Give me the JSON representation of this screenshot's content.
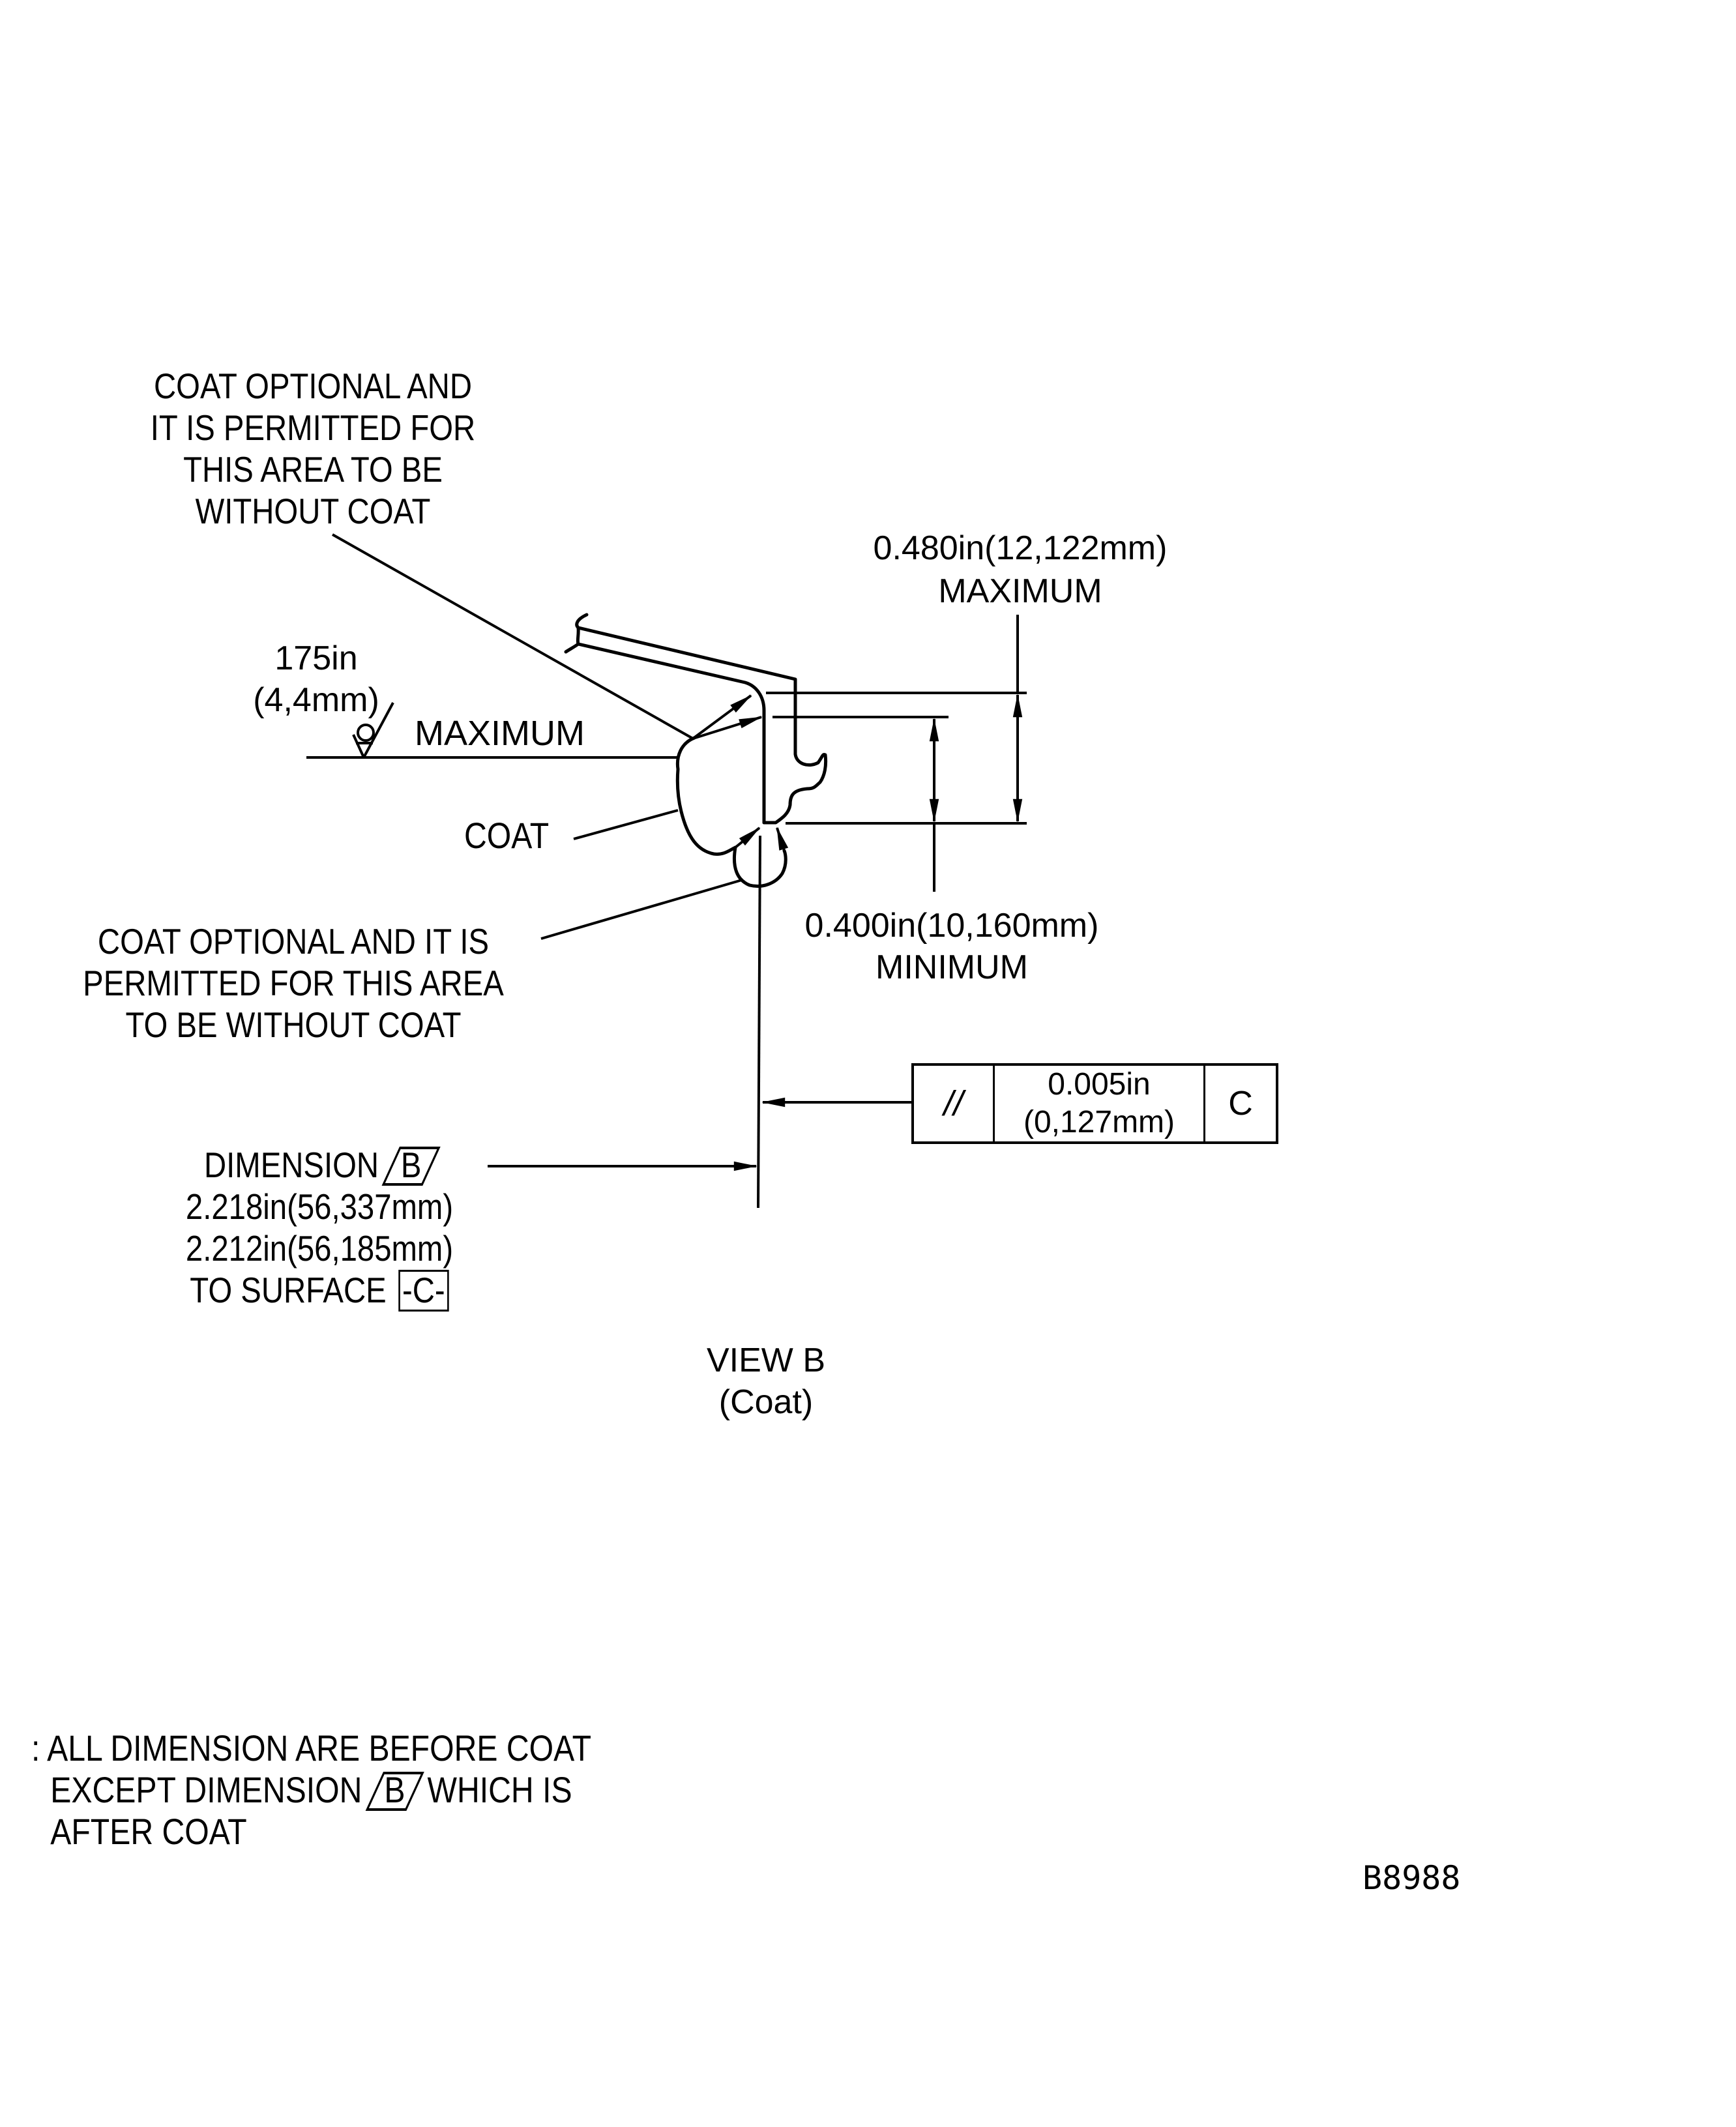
{
  "drawing": {
    "view_title": "VIEW B",
    "view_subtitle": "(Coat)",
    "drawing_number": "B8988"
  },
  "callouts": {
    "top_left_note": [
      "COAT OPTIONAL AND",
      "IT IS PERMITTED FOR",
      "THIS AREA TO BE",
      "WITHOUT COAT"
    ],
    "finish": {
      "value_in": "175in",
      "value_mm": "(4,4mm)",
      "qualifier": "MAXIMUM",
      "symbol": "surface-finish-symbol"
    },
    "coat_label": "COAT",
    "bottom_left_note": [
      "COAT OPTIONAL AND IT IS",
      "PERMITTED FOR THIS AREA",
      "TO BE WITHOUT COAT"
    ]
  },
  "dimensions": {
    "max_height": {
      "value": "0.480in(12,122mm)",
      "qualifier": "MAXIMUM"
    },
    "min_height": {
      "value": "0.400in(10,160mm)",
      "qualifier": "MINIMUM"
    },
    "dimension_b": {
      "label": "DIMENSION",
      "datum_flag": "B",
      "upper": "2.218in(56,337mm)",
      "lower": "2.212in(56,185mm)",
      "to_surface": "TO SURFACE",
      "datum": "-C-"
    }
  },
  "feature_control_frame": {
    "symbol": "//",
    "symbol_name": "parallelism",
    "tolerance_in": "0.005in",
    "tolerance_mm": "(0,127mm)",
    "datum": "C"
  },
  "general_note": {
    "prefix": ":",
    "line1": "ALL DIMENSION ARE BEFORE COAT",
    "line2_before": "EXCEPT DIMENSION",
    "line2_flag": "B",
    "line2_after": "WHICH IS",
    "line3": "AFTER COAT"
  }
}
